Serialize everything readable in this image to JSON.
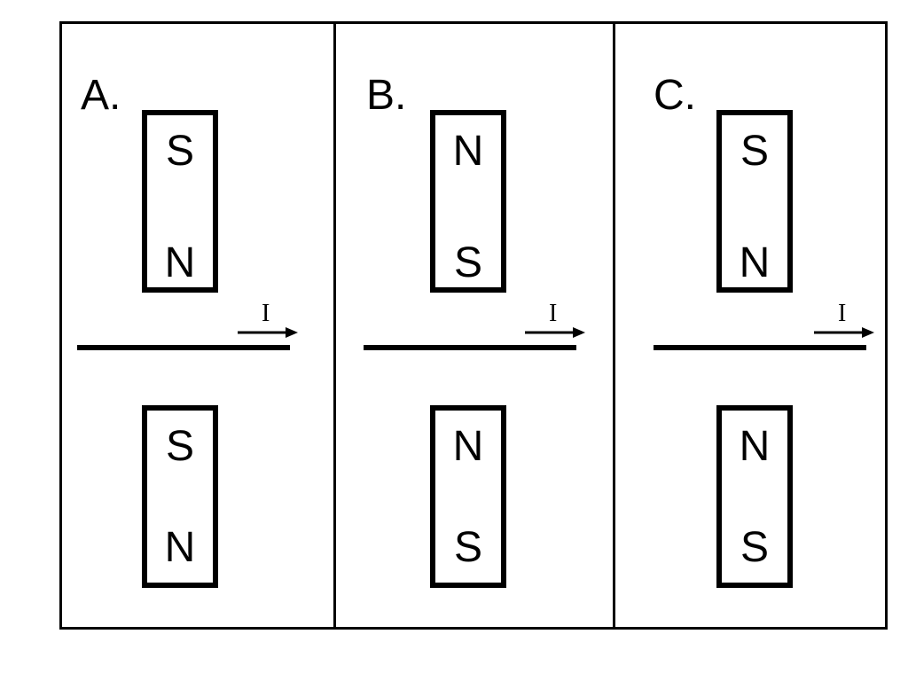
{
  "panels": [
    {
      "label": "A.",
      "top_magnet": {
        "upper_pole": "S",
        "lower_pole": "N"
      },
      "bottom_magnet": {
        "upper_pole": "S",
        "lower_pole": "N"
      },
      "current_label": "I"
    },
    {
      "label": "B.",
      "top_magnet": {
        "upper_pole": "N",
        "lower_pole": "S"
      },
      "bottom_magnet": {
        "upper_pole": "N",
        "lower_pole": "S"
      },
      "current_label": "I"
    },
    {
      "label": "C.",
      "top_magnet": {
        "upper_pole": "S",
        "lower_pole": "N"
      },
      "bottom_magnet": {
        "upper_pole": "N",
        "lower_pole": "S"
      },
      "current_label": "I"
    }
  ],
  "colors": {
    "ink": "#000000",
    "background": "#ffffff"
  },
  "icons": {
    "current_direction": "right-arrow-icon"
  }
}
